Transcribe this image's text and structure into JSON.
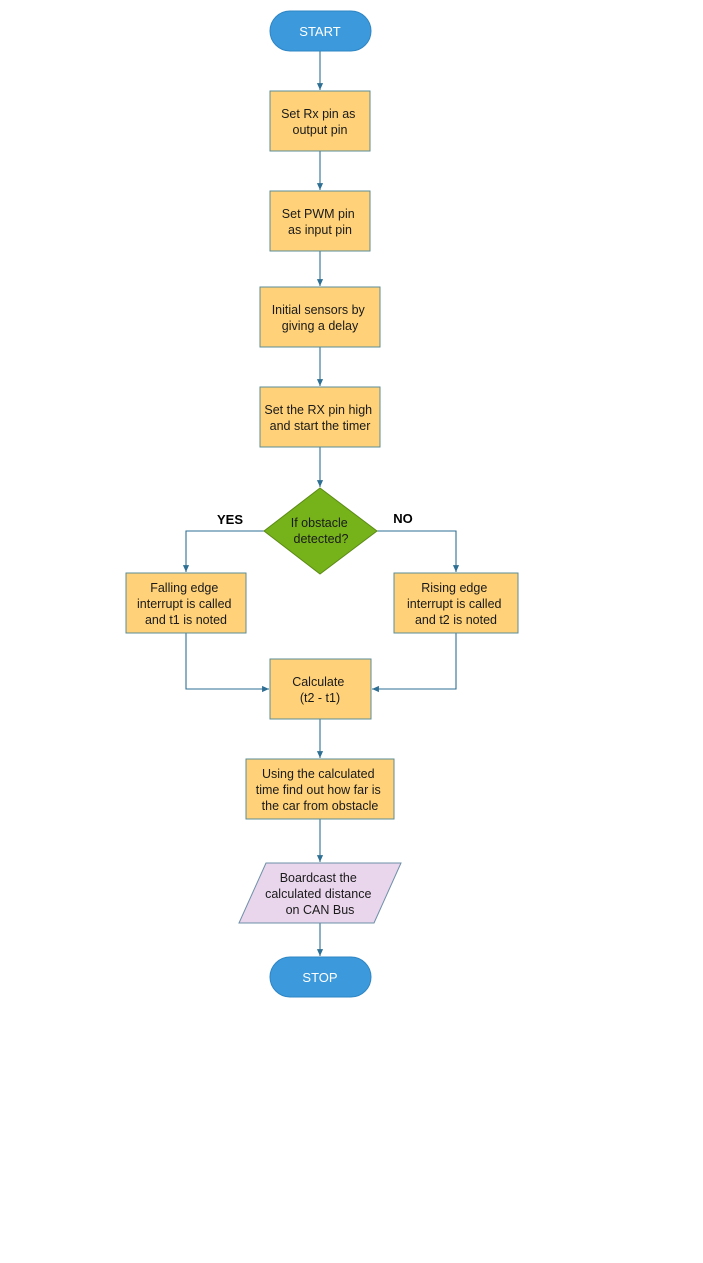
{
  "colors": {
    "terminal": "#3b99dc",
    "terminal_stroke": "#2f86c4",
    "process": "#ffd27a",
    "process_stroke": "#5a8c96",
    "decision": "#76b31b",
    "decision_stroke": "#5b8a14",
    "io": "#e9d5ec",
    "io_stroke": "#6c90a8",
    "edge": "#2e6f93"
  },
  "nodes": {
    "start": {
      "lines": [
        "START"
      ]
    },
    "set_rx": {
      "lines": [
        "Set Rx pin as",
        "output pin"
      ]
    },
    "set_pwm": {
      "lines": [
        "Set PWM pin",
        "as input pin"
      ]
    },
    "init": {
      "lines": [
        "Initial sensors by",
        "giving a delay"
      ]
    },
    "set_high": {
      "lines": [
        "Set the RX pin high",
        "and start the timer"
      ]
    },
    "decision": {
      "lines": [
        "If obstacle",
        "detected?"
      ]
    },
    "falling": {
      "lines": [
        "Falling edge",
        "interrupt is called",
        "and t1 is noted"
      ]
    },
    "rising": {
      "lines": [
        "Rising edge",
        "interrupt is called",
        "and t2 is noted"
      ]
    },
    "calc": {
      "lines": [
        "Calculate",
        "(t2 - t1)"
      ]
    },
    "distance": {
      "lines": [
        "Using the calculated",
        "time find out how far is",
        "the car from obstacle"
      ]
    },
    "broadcast": {
      "lines": [
        "Boardcast the",
        "calculated distance",
        "on CAN Bus"
      ]
    },
    "stop": {
      "lines": [
        "STOP"
      ]
    }
  },
  "branches": {
    "yes": "YES",
    "no": "NO"
  }
}
